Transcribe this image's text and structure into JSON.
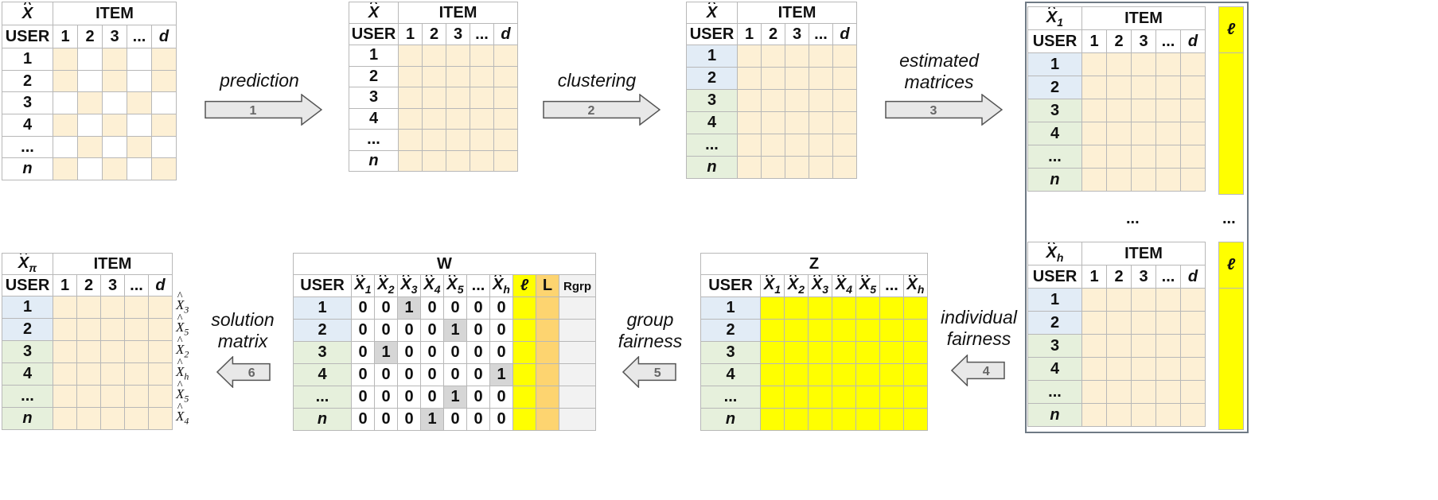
{
  "matrices": {
    "X": {
      "symbol": "X",
      "header": "ITEM",
      "row_header": "USER",
      "cols": [
        "1",
        "2",
        "3",
        "...",
        "d"
      ],
      "rows": [
        "1",
        "2",
        "3",
        "4",
        "...",
        "n"
      ]
    },
    "Xhat": {
      "symbol": "X",
      "header": "ITEM",
      "row_header": "USER",
      "cols": [
        "1",
        "2",
        "3",
        "...",
        "d"
      ],
      "rows": [
        "1",
        "2",
        "3",
        "4",
        "...",
        "n"
      ]
    },
    "Xhat_clustered": {
      "symbol": "X",
      "header": "ITEM",
      "row_header": "USER",
      "cols": [
        "1",
        "2",
        "3",
        "...",
        "d"
      ],
      "rows": [
        "1",
        "2",
        "3",
        "4",
        "...",
        "n"
      ]
    },
    "Xhat_1": {
      "symbol": "X",
      "subscript": "1",
      "header": "ITEM",
      "row_header": "USER",
      "cols": [
        "1",
        "2",
        "3",
        "...",
        "d"
      ],
      "rows": [
        "1",
        "2",
        "3",
        "4",
        "...",
        "n"
      ],
      "side_label": "ℓ"
    },
    "Xhat_h": {
      "symbol": "X",
      "subscript": "h",
      "header": "ITEM",
      "row_header": "USER",
      "cols": [
        "1",
        "2",
        "3",
        "...",
        "d"
      ],
      "rows": [
        "1",
        "2",
        "3",
        "4",
        "...",
        "n"
      ],
      "side_label": "ℓ"
    },
    "Z": {
      "title": "Z",
      "row_header": "USER",
      "cols": [
        "1",
        "2",
        "3",
        "4",
        "5",
        "...",
        "h"
      ],
      "rows": [
        "1",
        "2",
        "3",
        "4",
        "...",
        "n"
      ]
    },
    "W": {
      "title": "W",
      "row_header": "USER",
      "cols": [
        "1",
        "2",
        "3",
        "4",
        "5",
        "...",
        "h"
      ],
      "extra_cols": [
        "ℓ",
        "L",
        "Rgrp"
      ],
      "rows": [
        "1",
        "2",
        "3",
        "4",
        "...",
        "n"
      ],
      "values": [
        [
          0,
          0,
          1,
          0,
          0,
          0,
          0
        ],
        [
          0,
          0,
          0,
          0,
          1,
          0,
          0
        ],
        [
          0,
          1,
          0,
          0,
          0,
          0,
          0
        ],
        [
          0,
          0,
          0,
          0,
          0,
          0,
          1
        ],
        [
          0,
          0,
          0,
          0,
          1,
          0,
          0
        ],
        [
          0,
          0,
          0,
          1,
          0,
          0,
          0
        ]
      ]
    },
    "Xhat_pi": {
      "symbol": "X",
      "subscript": "π",
      "header": "ITEM",
      "row_header": "USER",
      "cols": [
        "1",
        "2",
        "3",
        "...",
        "d"
      ],
      "rows": [
        "1",
        "2",
        "3",
        "4",
        "...",
        "n"
      ],
      "row_labels": [
        "3",
        "5",
        "2",
        "h",
        "5",
        "4"
      ]
    }
  },
  "between_dots": "...",
  "steps": [
    {
      "number": "1",
      "label": "prediction"
    },
    {
      "number": "2",
      "label": "clustering"
    },
    {
      "number": "3",
      "label_line1": "estimated",
      "label_line2": "matrices"
    },
    {
      "number": "4",
      "label_line1": "individual",
      "label_line2": "fairness"
    },
    {
      "number": "5",
      "label_line1": "group",
      "label_line2": "fairness"
    },
    {
      "number": "6",
      "label_line1": "solution",
      "label_line2": "matrix"
    }
  ],
  "colors": {
    "observed": "#fdf0d5",
    "cluster_a": "#e2ecf6",
    "cluster_b": "#e6f0dc",
    "yellow": "#ffff00",
    "orange": "#fdd470",
    "selected": "#d6d6d6",
    "arrow": "#e8e8e8"
  }
}
